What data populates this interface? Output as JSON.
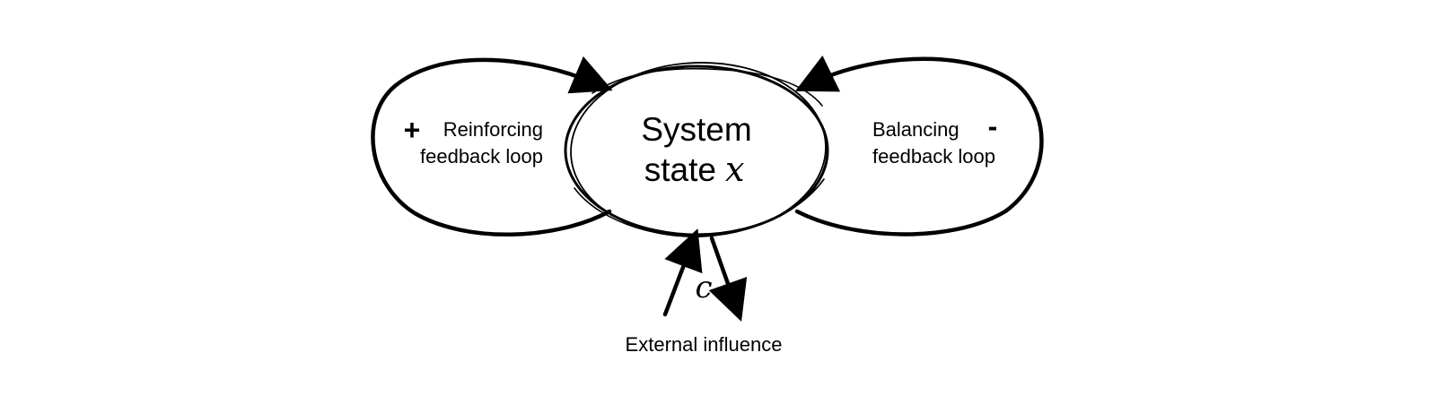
{
  "diagram": {
    "center_node": {
      "line1": "System",
      "line2": "state",
      "variable": "x"
    },
    "left_loop": {
      "sign": "+",
      "line1": "Reinforcing",
      "line2": "feedback loop"
    },
    "right_loop": {
      "sign": "-",
      "line1": "Balancing",
      "line2": "feedback loop"
    },
    "influence": {
      "variable": "c",
      "label": "External influence"
    }
  }
}
